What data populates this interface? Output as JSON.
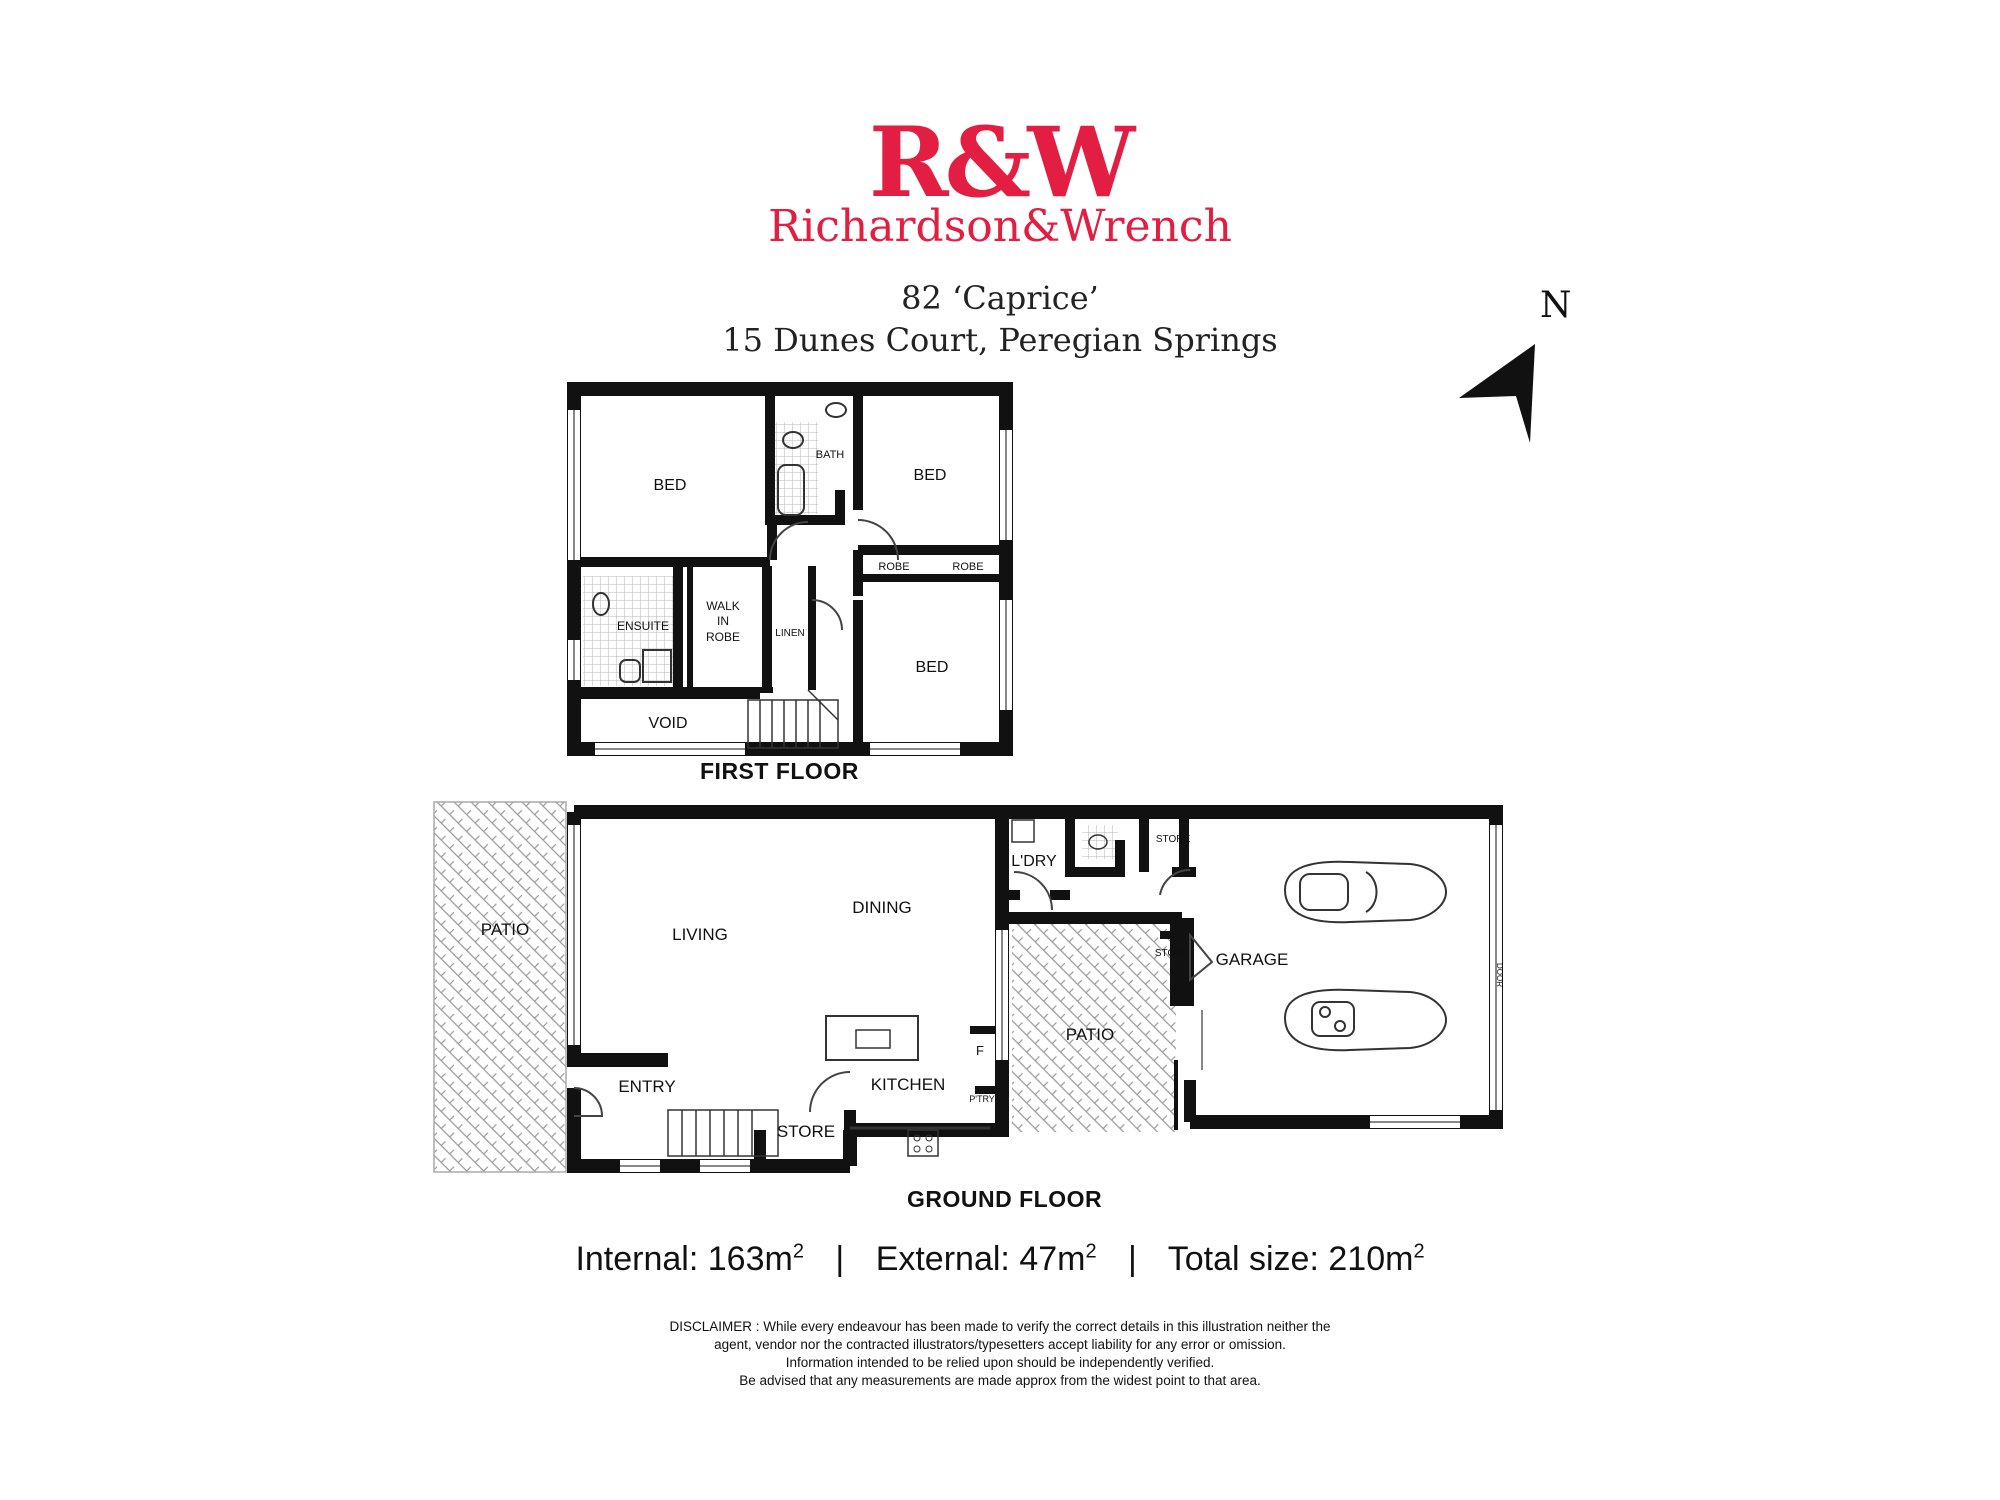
{
  "brand": {
    "logo_text": "R&W",
    "name": "Richardson&Wrench",
    "color": "#e21e42"
  },
  "property": {
    "title": "82 ‘Caprice’",
    "address": "15 Dunes Court, Peregian Springs"
  },
  "compass": {
    "label": "N",
    "icon": "north-arrow-icon"
  },
  "first_floor": {
    "label": "FIRST FLOOR",
    "rooms": {
      "bed_1": "BED",
      "bath": "BATH",
      "bed_2": "BED",
      "robe_1": "ROBE",
      "robe_2": "ROBE",
      "ensuite": "ENSUITE",
      "walk_in_robe": [
        "WALK",
        "IN",
        "ROBE"
      ],
      "linen": "LINEN",
      "bed_3": "BED",
      "void": "VOID"
    }
  },
  "ground_floor": {
    "label": "GROUND FLOOR",
    "rooms": {
      "patio_west": "PATIO",
      "living": "LIVING",
      "dining": "DINING",
      "laundry": "L'DRY",
      "store_1": "STORE",
      "store_2": "STORE",
      "garage": "GARAGE",
      "patio_court": "PATIO",
      "fridge": "F",
      "pantry": "P'TRY",
      "kitchen": "KITCHEN",
      "entry": "ENTRY",
      "store_3": "STORE",
      "garage_door": "DOOR"
    }
  },
  "areas": {
    "internal_label": "Internal:",
    "internal_value": "163m",
    "external_label": "External:",
    "external_value": "47m",
    "total_label": "Total size:",
    "total_value": "210m",
    "unit_exponent": "2",
    "separator": "|"
  },
  "disclaimer": [
    "DISCLAIMER : While every endeavour has been made to verify the correct details in this illustration neither the",
    "agent, vendor nor the contracted illustrators/typesetters accept liability for any error or omission.",
    "Information intended to be relied upon should be independently verified.",
    "Be advised that any measurements are made approx from the widest point to that area."
  ]
}
